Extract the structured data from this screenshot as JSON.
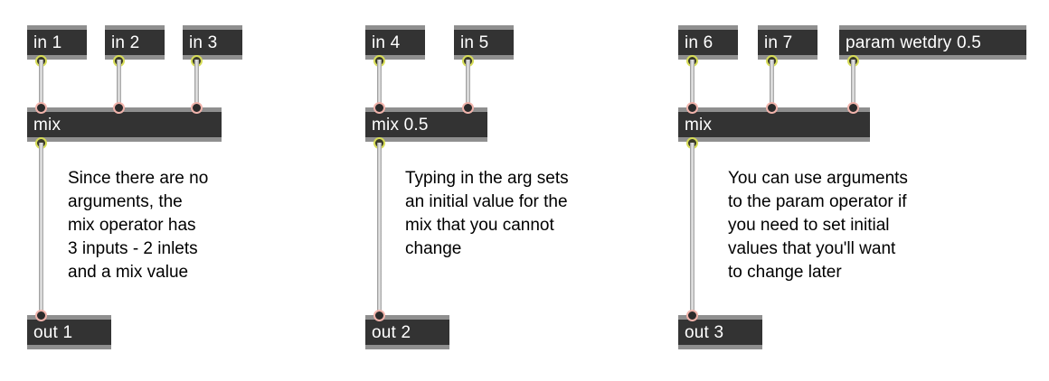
{
  "canvas": {
    "background_color": "#ffffff",
    "node_body_color": "#333333",
    "node_frame_color": "#8f8f8f",
    "node_text_color": "#ffffff",
    "output_port_color": "#d6dc57",
    "input_port_color": "#f0b3ab",
    "wire_color": "#d8d8d8",
    "annotation_text_color": "#000000"
  },
  "columns": [
    {
      "id": "column-1",
      "sources": [
        {
          "label": "in 1"
        },
        {
          "label": "in 2"
        },
        {
          "label": "in 3"
        }
      ],
      "operator": {
        "label": "mix"
      },
      "sink": {
        "label": "out 1"
      },
      "annotation": "Since there are no\narguments, the\nmix operator has\n3 inputs - 2 inlets\nand a mix value"
    },
    {
      "id": "column-2",
      "sources": [
        {
          "label": "in 4"
        },
        {
          "label": "in 5"
        }
      ],
      "operator": {
        "label": "mix 0.5"
      },
      "sink": {
        "label": "out 2"
      },
      "annotation": "Typing in the arg sets\nan initial value for the\nmix that you cannot\nchange"
    },
    {
      "id": "column-3",
      "sources": [
        {
          "label": "in 6"
        },
        {
          "label": "in 7"
        },
        {
          "label": "param wetdry 0.5"
        }
      ],
      "operator": {
        "label": "mix"
      },
      "sink": {
        "label": "out 3"
      },
      "annotation": "You can use arguments\nto the param operator if\nyou need to set initial\nvalues that you'll want\nto change later"
    }
  ]
}
